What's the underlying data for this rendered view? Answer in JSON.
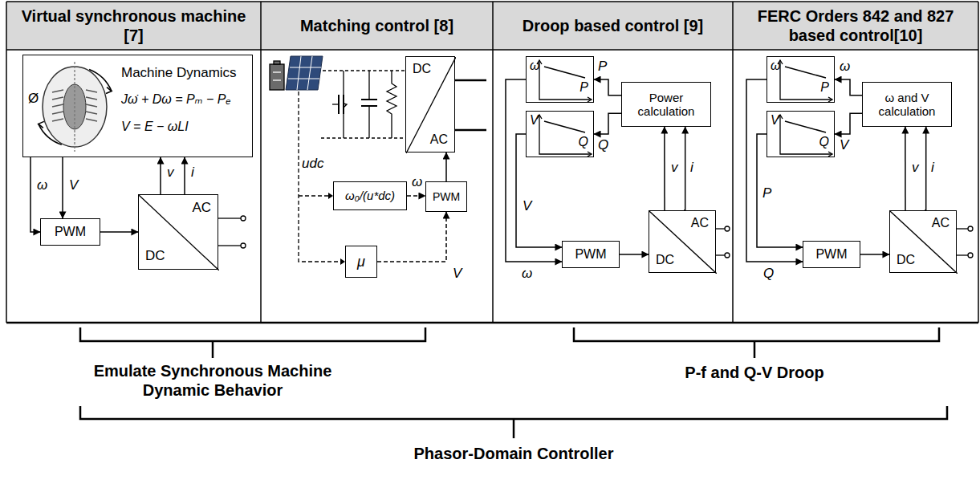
{
  "diagram": {
    "nodes": [
      {
        "text": [
          "Ø",
          "Machine Dynamics",
          "Jω̇ + Dω = Pₘ − Pₑ",
          "V = E − ωLI"
        ]
      },
      {
        "text": [
          "PWM"
        ]
      },
      {
        "text": [
          "AC",
          "DC"
        ]
      },
      {
        "text": [
          "DC",
          "AC"
        ]
      },
      {
        "text": [
          "ω₀/(u*dc)"
        ]
      },
      {
        "text": [
          "PWM"
        ]
      },
      {
        "text": [
          "μ"
        ]
      },
      {
        "text": [
          "ω",
          "P"
        ]
      },
      {
        "text": [
          "V",
          "Q"
        ]
      },
      {
        "text": [
          "Power calculation"
        ]
      },
      {
        "text": [
          "PWM"
        ]
      },
      {
        "text": [
          "AC",
          "DC"
        ]
      },
      {
        "text": [
          "ω",
          "P"
        ]
      },
      {
        "text": [
          "V",
          "Q"
        ]
      },
      {
        "text": [
          "ω and V calculation"
        ]
      },
      {
        "text": [
          "PWM"
        ]
      },
      {
        "text": [
          "AC",
          "DC"
        ]
      }
    ],
    "edges": [
      {
        "from": 0,
        "to": 1,
        "label": "ω",
        "arrow": "to"
      },
      {
        "from": 0,
        "to": 1,
        "label": "V",
        "arrow": "to"
      },
      {
        "from": 1,
        "to": 2,
        "arrow": "to"
      },
      {
        "from": 2,
        "to": 0,
        "label": "v",
        "arrow": "to"
      },
      {
        "from": 2,
        "to": 0,
        "label": "i",
        "arrow": "to"
      },
      {
        "from": 4,
        "to": 5,
        "label": "ω",
        "arrow": "to"
      },
      {
        "from": 6,
        "to": 5,
        "label": "V",
        "arrow": "to"
      },
      {
        "from": 5,
        "to": 3,
        "arrow": "to"
      },
      {
        "from": 9,
        "to": 7,
        "label": "P",
        "arrow": "to"
      },
      {
        "from": 9,
        "to": 8,
        "label": "Q",
        "arrow": "to"
      },
      {
        "from": 7,
        "to": 10,
        "label": "ω",
        "arrow": "to"
      },
      {
        "from": 8,
        "to": 10,
        "label": "V",
        "arrow": "to"
      },
      {
        "from": 10,
        "to": 11,
        "arrow": "to"
      },
      {
        "from": 11,
        "to": 9,
        "label": "v",
        "arrow": "to"
      },
      {
        "from": 11,
        "to": 9,
        "label": "i",
        "arrow": "to"
      },
      {
        "from": 14,
        "to": 12,
        "label": "ω",
        "arrow": "to"
      },
      {
        "from": 14,
        "to": 13,
        "label": "V",
        "arrow": "to"
      },
      {
        "from": 12,
        "to": 15,
        "label": "P",
        "arrow": "to"
      },
      {
        "from": 13,
        "to": 15,
        "label": "Q",
        "arrow": "to"
      },
      {
        "from": 15,
        "to": 16,
        "arrow": "to"
      },
      {
        "from": 16,
        "to": 14,
        "label": "v",
        "arrow": "to"
      },
      {
        "from": 16,
        "to": 14,
        "label": "i",
        "arrow": "to"
      }
    ],
    "labels": [
      "Virtual synchronous machine [7]",
      "Matching control [8]",
      "Droop based control [9]",
      "FERC Orders 842 and 827 based control[10]",
      "udc",
      "Emulate Synchronous Machine Dynamic Behavior",
      "P-f and Q-V Droop",
      "Phasor-Domain Controller"
    ]
  }
}
